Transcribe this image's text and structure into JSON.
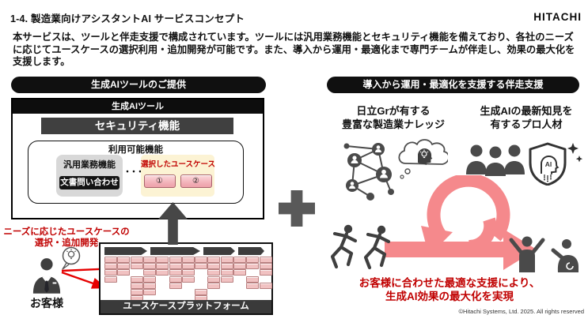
{
  "slide": {
    "title": "1-4. 製造業向けアシスタントAI サービスコンセプト",
    "logo": "HITACHI",
    "intro": "本サービスは、ツールと伴走支援で構成されています。ツールには汎用業務機能とセキュリティ機能を備えており、各社のニーズに応じてユースケースの選択利用・追加開発が可能です。また、導入から運用・最適化まで専門チームが伴走し、効果の最大化を支援します。",
    "copyright": "©Hitachi Systems, Ltd. 2025. All rights reserved"
  },
  "left_panel": {
    "pill_title": "生成AIツールのご提供",
    "tool_box_title": "生成AIツール",
    "security_label": "セキュリティ機能",
    "available_title": "利用可能機能",
    "general_title": "汎用業務機能",
    "general_tag": "文書問い合わせ",
    "ellipsis": "・・・",
    "selected_title": "選択したユースケース",
    "usecase_buttons": [
      "①",
      "②"
    ],
    "needs_line1": "ニーズに応じたユースケースの",
    "needs_line2": "選択・追加開発",
    "customer_label": "お客様",
    "platform_label": "ユースケースプラットフォーム",
    "platform_chip_rows": [
      "1111111111111",
      "1111111111111",
      "1101111011101",
      "1011011011010",
      "0011010010011",
      "0011000100000",
      "0010000100000"
    ]
  },
  "right_panel": {
    "pill_title": "導入から運用・最適化を支援する伴走支援",
    "knowledge_line1": "日立Grが有する",
    "knowledge_line2": "豊富な製造業ナレッジ",
    "experts_line1": "生成AIの最新知見を",
    "experts_line2": "有するプロ人材",
    "shield_label": "AI",
    "result_line1": "お客様に合わせた最適な支援により、",
    "result_line2": "生成AI効果の最大化を実現"
  },
  "colors": {
    "accent_red": "#c00000",
    "arrow_red": "#e60000",
    "cycle_pink": "#f5898c",
    "chip_pink": "#f1c2c2",
    "cream": "#fcf3d4",
    "dark_bar": "#3a3a3a",
    "icon_gray": "#4a4a4a"
  },
  "icons": {
    "customer": "business-person-silhouette",
    "idea_bubble": "speech-bubble-lightbulb",
    "up_arrow": "solid-up-arrow",
    "plus": "plus-cross",
    "network": "people-network-graph",
    "thought_cloud": "thought-cloud-head-lightbulb",
    "team": "three-people-group",
    "ai_shield": "shield-with-ai-head",
    "sparkle": "four-point-stars",
    "runners": "two-running-people",
    "cycle_arrow": "pink-spiral-cycle-arrow",
    "cheer": "celebrating-people",
    "red_arrows": "red-pointer-arrows",
    "chevrons": "process-flow-arrows"
  }
}
